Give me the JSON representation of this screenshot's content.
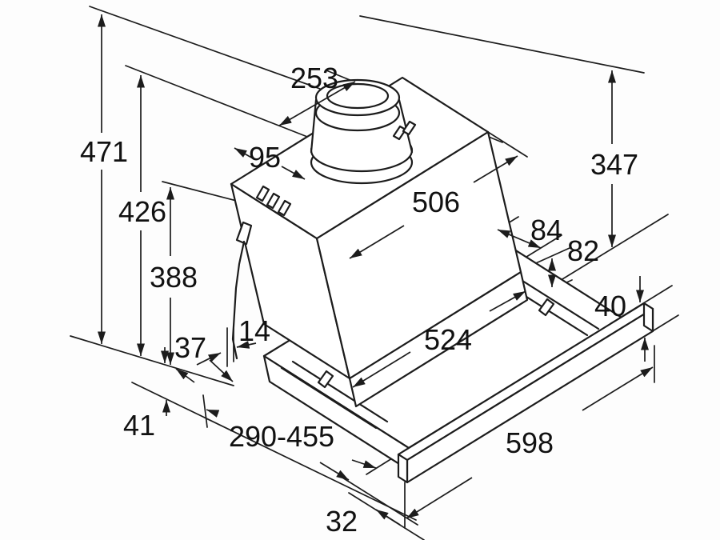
{
  "drawing": {
    "type": "technical-installation-diagram",
    "subject": "telescopic built-in cooker hood",
    "background_color": "#fdfdfd",
    "line_color": "#1c1c1c",
    "dims": {
      "total_height": "471",
      "height_to_collar": "426",
      "height_to_body_top": "388",
      "duct_offset_depth": "253",
      "duct_offset_side": "95",
      "body_top_width": "506",
      "fixed_part_height": "347",
      "side_clearance": "84",
      "slider_height": "82",
      "front_strip_height": "40",
      "body_width": "524",
      "back_clearance": "14",
      "front_offset": "37",
      "bottom_clearance": "41",
      "telescopic_depth_range": "290-455",
      "front_width": "598",
      "strip_thickness": "32"
    }
  }
}
